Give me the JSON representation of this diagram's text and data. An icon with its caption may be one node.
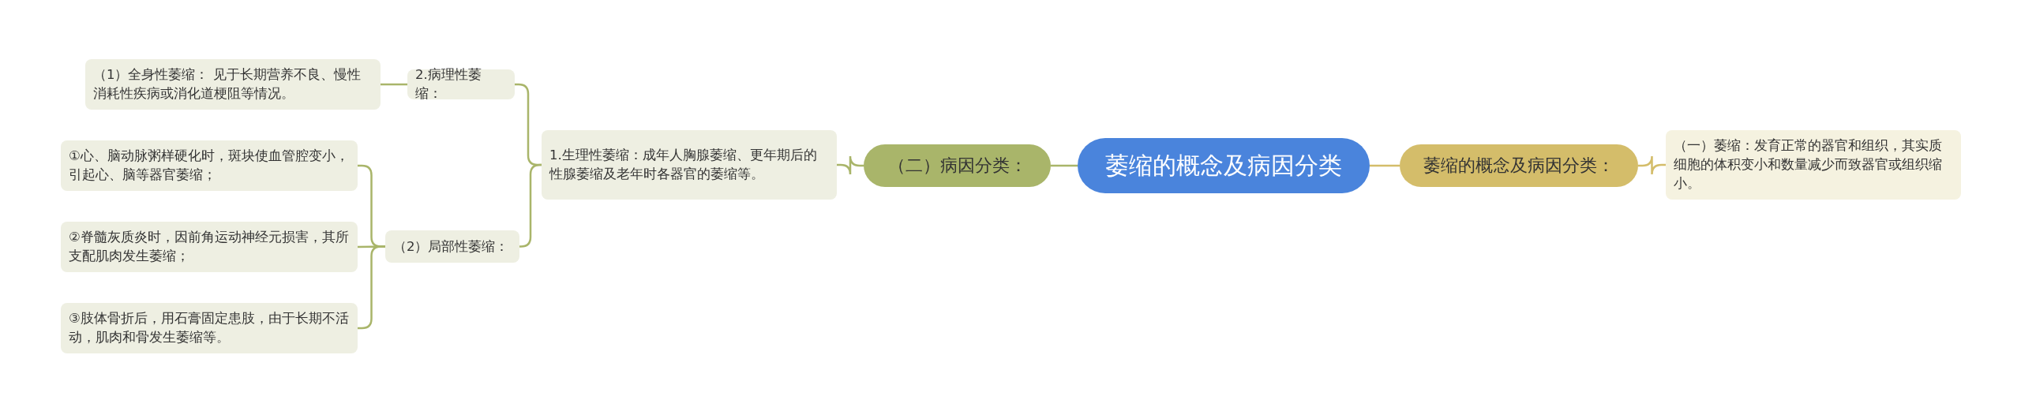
{
  "diagram": {
    "nodes": [
      {
        "text": [
          "萎缩的概念及病因分类"
        ]
      },
      {
        "text": [
          "萎缩的概念及病因分类："
        ]
      },
      {
        "text": [
          "（一）萎缩：发育正常的器官和组织，其实质细胞的体积变小和数量减少而致器官或组织缩小。"
        ]
      },
      {
        "text": [
          "（二）病因分类："
        ]
      },
      {
        "text": [
          "1.生理性萎缩：成年人胸腺萎缩、更年期后的性腺萎缩及老年时各器官的萎缩等。"
        ]
      },
      {
        "text": [
          "2.病理性萎缩："
        ]
      },
      {
        "text": [
          "（1）全身性萎缩： 见于长期营养不良、慢性消耗性疾病或消化道梗阻等情况。"
        ]
      },
      {
        "text": [
          "（2）局部性萎缩："
        ]
      },
      {
        "text": [
          "①心、脑动脉粥样硬化时，斑块使血管腔变小，引起心、脑等器官萎缩；"
        ]
      },
      {
        "text": [
          "②脊髓灰质炎时，因前角运动神经元损害，其所支配肌肉发生萎缩；"
        ]
      },
      {
        "text": [
          "③肢体骨折后，用石膏固定患肢，由于长期不活动，肌肉和骨发生萎缩等。"
        ]
      }
    ],
    "edges": [
      {
        "from": 0,
        "to": 1,
        "arrow": "none",
        "color": "#d4bd6a"
      },
      {
        "from": 1,
        "to": 2,
        "arrow": "none",
        "color": "#d4bd6a"
      },
      {
        "from": 0,
        "to": 3,
        "arrow": "none"
      },
      {
        "from": 3,
        "to": 4,
        "arrow": "none"
      },
      {
        "from": 4,
        "to": 5,
        "arrow": "none"
      },
      {
        "from": 4,
        "to": 7,
        "arrow": "none"
      },
      {
        "from": 5,
        "to": 6,
        "arrow": "none"
      },
      {
        "from": 7,
        "to": 8,
        "arrow": "none"
      },
      {
        "from": 7,
        "to": 9,
        "arrow": "none"
      },
      {
        "from": 7,
        "to": 10,
        "arrow": "none"
      }
    ]
  }
}
